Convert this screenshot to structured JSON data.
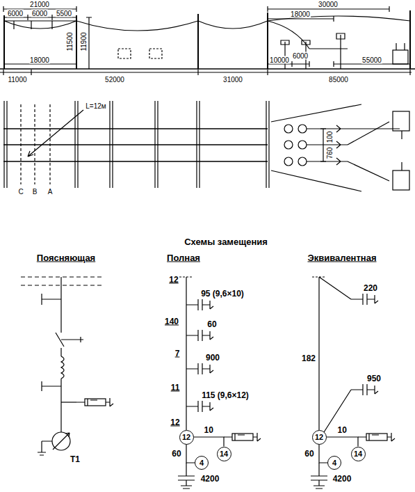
{
  "diagram": {
    "nodes": [
      {
        "text": [
          "12"
        ]
      },
      {
        "text": [
          "14"
        ]
      },
      {
        "text": [
          "4"
        ]
      },
      {
        "text": [
          "12"
        ]
      },
      {
        "text": [
          "14"
        ]
      },
      {
        "text": [
          "4"
        ]
      }
    ],
    "edges": [
      {
        "from": 0,
        "to": 1,
        "arrow": "none",
        "label": "10"
      },
      {
        "from": 0,
        "to": 2,
        "arrow": "none",
        "label": "60"
      },
      {
        "from": 3,
        "to": 4,
        "arrow": "none",
        "label": "10"
      },
      {
        "from": 3,
        "to": 5,
        "arrow": "none",
        "label": "60"
      }
    ],
    "labels": [
      "21000",
      "6000",
      "6000",
      "5500",
      "11500",
      "11900",
      "18000",
      "11000",
      "52000",
      "31000",
      "30000",
      "18000",
      "10000",
      "6000",
      "85000",
      "55000",
      "L=12м",
      "C",
      "B",
      "A",
      "100",
      "760",
      "Схемы замещения",
      "Поясняющая",
      "Полная",
      "Эквивалентная",
      "T1",
      "12",
      "95 (9,6×10)",
      "140",
      "60",
      "7",
      "900",
      "11",
      "115 (9,6×12)",
      "12",
      "4200",
      "220",
      "182",
      "950",
      "4200"
    ]
  }
}
